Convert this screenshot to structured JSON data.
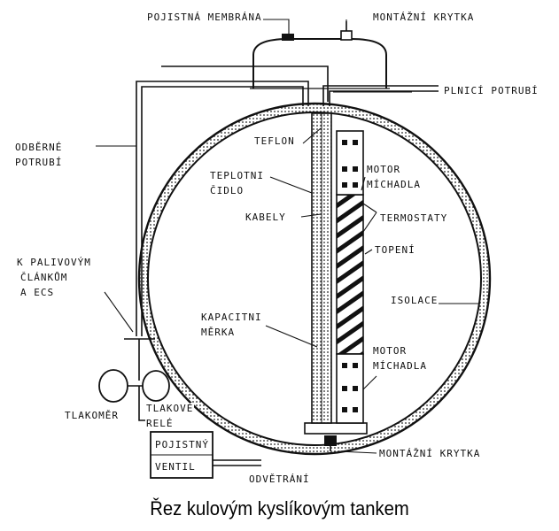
{
  "labels": {
    "pojistna_membrana": "POJISTNÁ MEMBRÁNA",
    "montazni_krytka_top": "MONTÁŽNÍ KRYTKA",
    "plnici_potrubi": "PLNICÍ POTRUBÍ",
    "teflon": "TEFLON",
    "odberne": "ODBĚRNÉ",
    "potrubi": "POTRUBÍ",
    "teplotni": "TEPLOTNI",
    "cidlo": "ČIDLO",
    "motor1": "MOTOR",
    "michadla1": "MÍCHADLA",
    "kabely": "KABELY",
    "termostaty": "TERMOSTATY",
    "k_palivovym": "K PALIVOVÝM",
    "clankum": "ČLÁNKŮM",
    "a_ecs": "A ECS",
    "topeni": "TOPENÍ",
    "isolace": "ISOLACE",
    "kapacitni": "KAPACITNI",
    "merka": "MĚRKA",
    "motor2": "MOTOR",
    "michadla2": "MÍCHADLA",
    "tlakomer": "TLAKOMĚR",
    "tlakove": "TLAKOVÉ",
    "rele": "RELÉ",
    "pojistny": "POJISTNÝ",
    "ventil": "VENTIL",
    "montazni_krytka_bottom": "MONTÁŽNÍ KRYTKA",
    "odvetrani": "ODVĚTRÁNÍ"
  },
  "caption": "Řez kulovým kyslíkovým tankem"
}
